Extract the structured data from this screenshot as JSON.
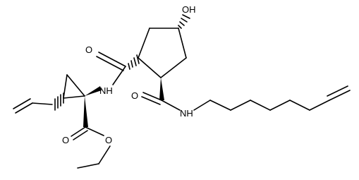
{
  "structure": {
    "atom_labels": {
      "hydroxyl": "OH",
      "amide_nh_1": "NH",
      "amide_nh_2": "NH",
      "amide_o_1": "O",
      "amide_o_2": "O",
      "ester_o_carbonyl": "O",
      "ester_o_alkoxy": "O"
    },
    "colors": {
      "ink": "#000000",
      "background": "#ffffff"
    }
  }
}
